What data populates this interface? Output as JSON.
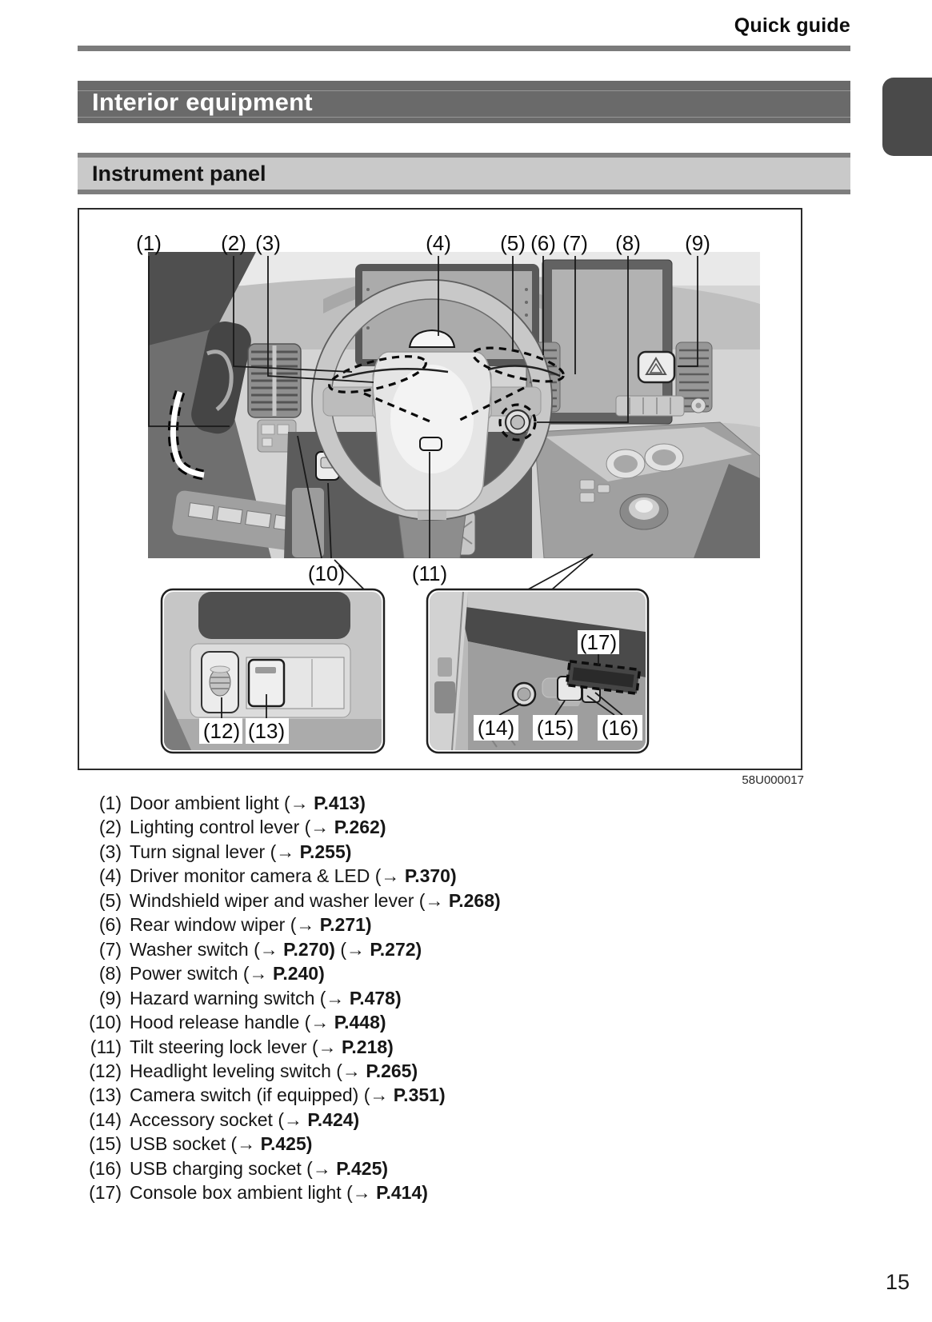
{
  "header": {
    "title": "Quick guide"
  },
  "section": {
    "title": "Interior equipment"
  },
  "subsection": {
    "title": "Instrument panel"
  },
  "figure": {
    "code": "58U000017",
    "callouts": {
      "c1": "(1)",
      "c2": "(2)",
      "c3": "(3)",
      "c4": "(4)",
      "c5": "(5)",
      "c6": "(6)",
      "c7": "(7)",
      "c8": "(8)",
      "c9": "(9)",
      "c10": "(10)",
      "c11": "(11)",
      "c12": "(12)",
      "c13": "(13)",
      "c14": "(14)",
      "c15": "(15)",
      "c16": "(16)",
      "c17": "(17)"
    }
  },
  "arrow": "→",
  "items": [
    {
      "num": "(1)",
      "label": "Door ambient light",
      "refs": [
        "P.413"
      ]
    },
    {
      "num": "(2)",
      "label": "Lighting control lever",
      "refs": [
        "P.262"
      ]
    },
    {
      "num": "(3)",
      "label": "Turn signal lever",
      "refs": [
        "P.255"
      ]
    },
    {
      "num": "(4)",
      "label": "Driver monitor camera & LED",
      "refs": [
        "P.370"
      ]
    },
    {
      "num": "(5)",
      "label": "Windshield wiper and washer lever",
      "refs": [
        "P.268"
      ]
    },
    {
      "num": "(6)",
      "label": "Rear window wiper",
      "refs": [
        "P.271"
      ]
    },
    {
      "num": "(7)",
      "label": "Washer switch",
      "refs": [
        "P.270",
        "P.272"
      ]
    },
    {
      "num": "(8)",
      "label": "Power switch",
      "refs": [
        "P.240"
      ]
    },
    {
      "num": "(9)",
      "label": "Hazard warning switch",
      "refs": [
        "P.478"
      ]
    },
    {
      "num": "(10)",
      "label": "Hood release handle",
      "refs": [
        "P.448"
      ]
    },
    {
      "num": "(11)",
      "label": "Tilt steering lock lever",
      "refs": [
        "P.218"
      ]
    },
    {
      "num": "(12)",
      "label": "Headlight leveling switch",
      "refs": [
        "P.265"
      ]
    },
    {
      "num": "(13)",
      "label": "Camera switch (if equipped)",
      "refs": [
        "P.351"
      ]
    },
    {
      "num": "(14)",
      "label": "Accessory socket",
      "refs": [
        "P.424"
      ]
    },
    {
      "num": "(15)",
      "label": "USB socket",
      "refs": [
        "P.425"
      ]
    },
    {
      "num": "(16)",
      "label": "USB charging socket",
      "refs": [
        "P.425"
      ]
    },
    {
      "num": "(17)",
      "label": "Console box ambient light",
      "refs": [
        "P.414"
      ]
    }
  ],
  "footer": {
    "page_number": "15"
  },
  "colors": {
    "section_banner": "#6a6a6a",
    "subsection_banner": "#c9c9c9",
    "chapter_tab": "#4a4a4a",
    "rule": "#7b7b7b"
  }
}
